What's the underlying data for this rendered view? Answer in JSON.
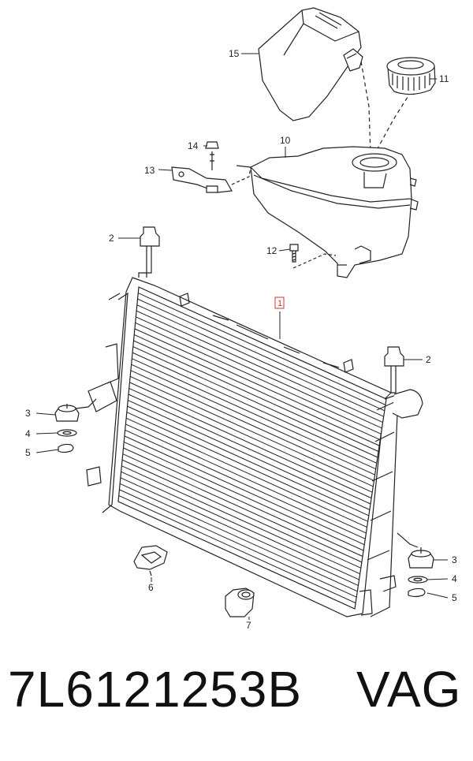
{
  "diagram": {
    "callouts": {
      "c1": "1",
      "c2a": "2",
      "c2b": "2",
      "c3a": "3",
      "c3b": "3",
      "c4a": "4",
      "c4b": "4",
      "c5a": "5",
      "c5b": "5",
      "c6": "6",
      "c7": "7",
      "c10": "10",
      "c11": "11",
      "c12": "12",
      "c13": "13",
      "c14": "14",
      "c15": "15"
    },
    "highlight_color": "#d0342c"
  },
  "footer": {
    "part_number": "7L6121253B",
    "brand": "VAG"
  }
}
